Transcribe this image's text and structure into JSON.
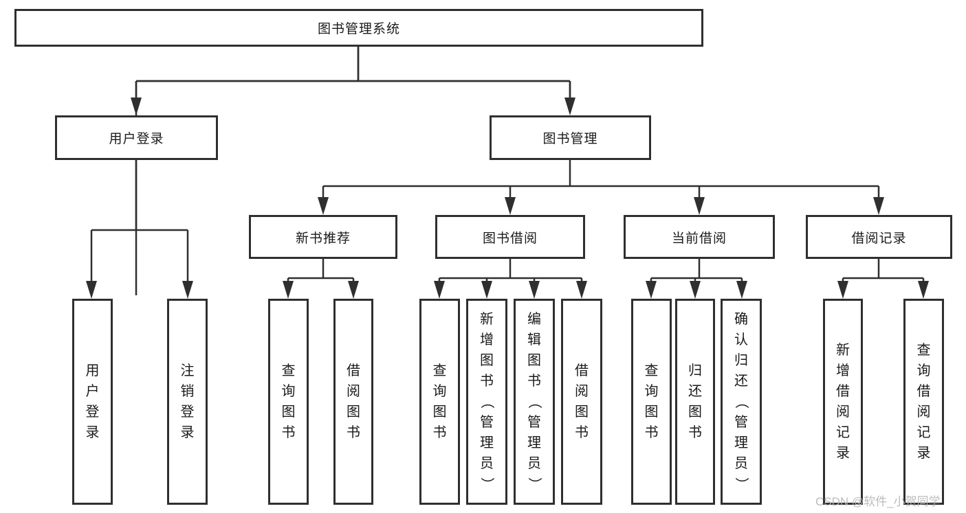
{
  "diagram_title": "图书管理系统",
  "tree": {
    "label": "图书管理系统",
    "children": [
      {
        "label": "用户登录",
        "children": [
          {
            "label": "用户登录"
          },
          {
            "label": "注销登录"
          }
        ]
      },
      {
        "label": "图书管理",
        "children": [
          {
            "label": "新书推荐",
            "children": [
              {
                "label": "查询图书"
              },
              {
                "label": "借阅图书"
              }
            ]
          },
          {
            "label": "图书借阅",
            "children": [
              {
                "label": "查询图书"
              },
              {
                "label": "新增图书（管理员）"
              },
              {
                "label": "编辑图书（管理员）"
              },
              {
                "label": "借阅图书"
              }
            ]
          },
          {
            "label": "当前借阅",
            "children": [
              {
                "label": "查询图书"
              },
              {
                "label": "归还图书"
              },
              {
                "label": "确认归还（管理员）"
              }
            ]
          },
          {
            "label": "借阅记录",
            "children": [
              {
                "label": "新增借阅记录"
              },
              {
                "label": "查询借阅记录"
              }
            ]
          }
        ]
      }
    ]
  },
  "watermark": {
    "text": "CSDN @软件_小贺同学",
    "color": "#b4b4b4"
  },
  "colors": {
    "line": "#2f2f2f",
    "text": "#1a1a1a",
    "background": "#ffffff"
  }
}
